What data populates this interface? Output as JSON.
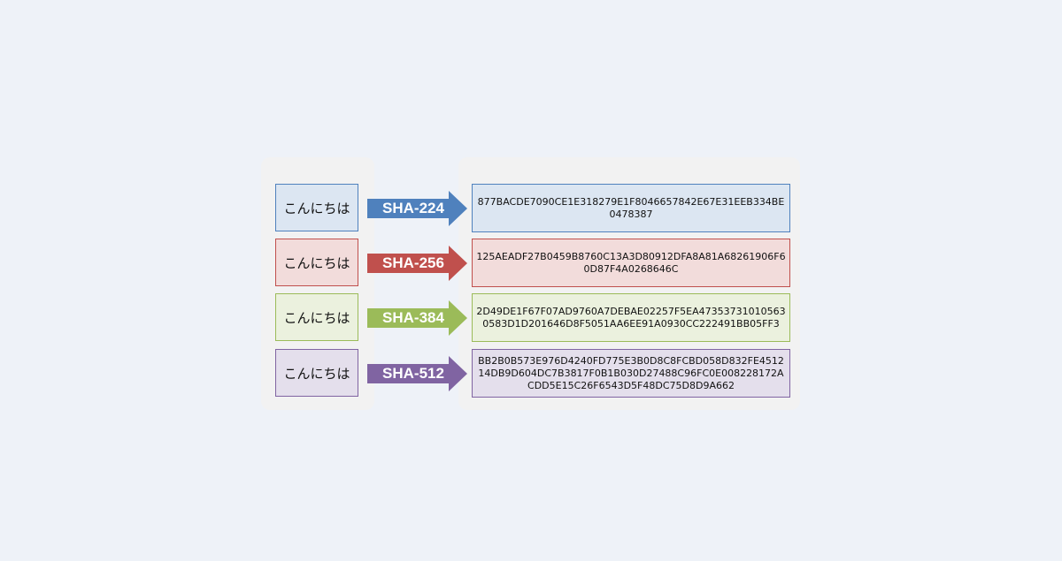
{
  "rows": [
    {
      "input": "こんにちは",
      "algorithm": "SHA-224",
      "hash": "877BACDE7090CE1E318279E1F8046657842E67E31EEB334BE0478387",
      "color": "#4f81bd",
      "fill": "#dce6f2"
    },
    {
      "input": "こんにちは",
      "algorithm": "SHA-256",
      "hash": "125AEADF27B0459B8760C13A3D80912DFA8A81A68261906F60D87F4A0268646C",
      "color": "#c0504d",
      "fill": "#f2dcdb"
    },
    {
      "input": "こんにちは",
      "algorithm": "SHA-384",
      "hash": "2D49DE1F67F07AD9760A7DEBAE02257F5EA473537310105630583D1D201646D8F5051AA6EE91A0930CC222491BB05FF3",
      "color": "#9bbb59",
      "fill": "#ebf1de"
    },
    {
      "input": "こんにちは",
      "algorithm": "SHA-512",
      "hash": "BB2B0B573E976D4240FD775E3B0D8C8FCBD058D832FE451214DB9D604DC7B3817F0B1B030D27488C96FC0E008228172ACDD5E15C26F6543D5F48DC75D8D9A662",
      "color": "#8064a2",
      "fill": "#e4dfec"
    }
  ]
}
